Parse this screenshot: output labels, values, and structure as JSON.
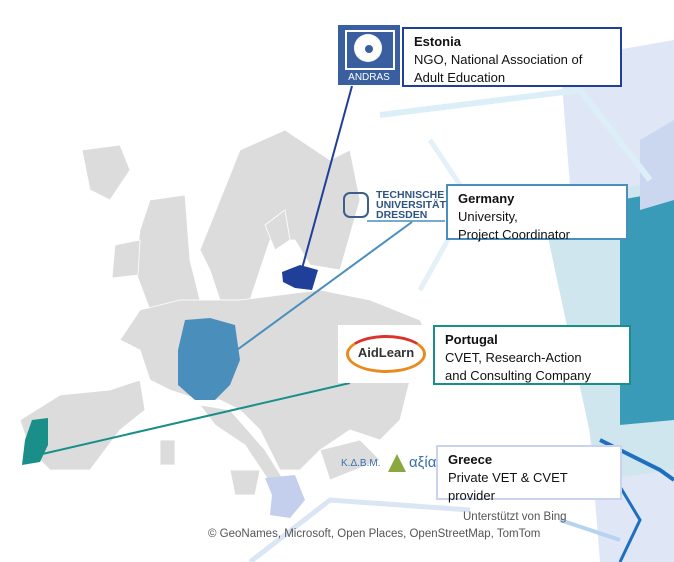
{
  "partners": [
    {
      "country": "Estonia",
      "description_line1": "NGO, National Association of",
      "description_line2": "Adult Education",
      "logo_text": "ANDRAS",
      "color": "#1f3f99"
    },
    {
      "country": "Germany",
      "description_line1": "University,",
      "description_line2": "Project Coordinator",
      "logo_text_line1": "TECHNISCHE",
      "logo_text_line2": "UNIVERSITÄT",
      "logo_text_line3": "DRESDEN",
      "color": "#4a8fbc"
    },
    {
      "country": "Portugal",
      "description_line1": "CVET, Research-Action",
      "description_line2": "and Consulting Company",
      "logo_text": "AidLearn",
      "color": "#1a8f8a"
    },
    {
      "country": "Greece",
      "description_line1": "Private VET & CVET",
      "description_line2": "provider",
      "logo_text_left": "Κ.Δ.Β.Μ.",
      "logo_text_right": "αξία",
      "color": "#b8c8ea"
    }
  ],
  "attribution": {
    "powered_by": "Unterstützt von Bing",
    "sources": "© GeoNames, Microsoft, Open Places, OpenStreetMap, TomTom"
  }
}
